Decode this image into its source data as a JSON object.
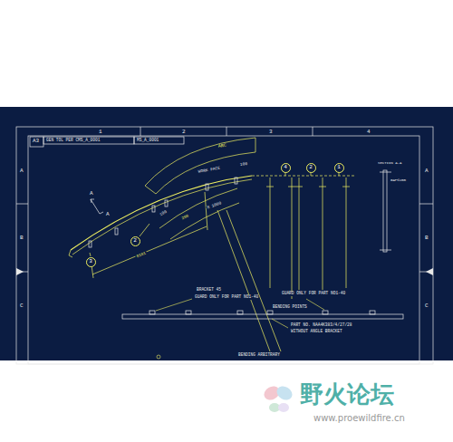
{
  "diagram": {
    "nodes": [
      {
        "text": [
          "4"
        ]
      },
      {
        "text": [
          "2"
        ]
      },
      {
        "text": [
          "1"
        ]
      },
      {
        "text": [
          "2"
        ]
      },
      {
        "text": [
          "3"
        ]
      }
    ],
    "labels": [
      "A3",
      "GEN TOL PER CMS_A_0001",
      "MS_A_0001",
      "1",
      "2",
      "3",
      "4",
      "A",
      "B",
      "C",
      "A",
      "B",
      "C",
      "ARC",
      "100",
      "WORK FACE",
      "A",
      "A",
      "100",
      "200",
      "R 1000",
      "8101",
      "SECTION A-A",
      "GAP≤1mm",
      "BRACKET 45",
      "GUARD ONLY FOR PART NO1-40",
      "GUARD ONLY FOR PART NO1-40",
      "BENDING POINTS",
      "PART NO. NAA4K383/4/27/28",
      "WITHOUT ANGLE BRACKET",
      "BENDING ARBITRARY",
      "野火论坛",
      "www.proewildfire.cn"
    ]
  }
}
